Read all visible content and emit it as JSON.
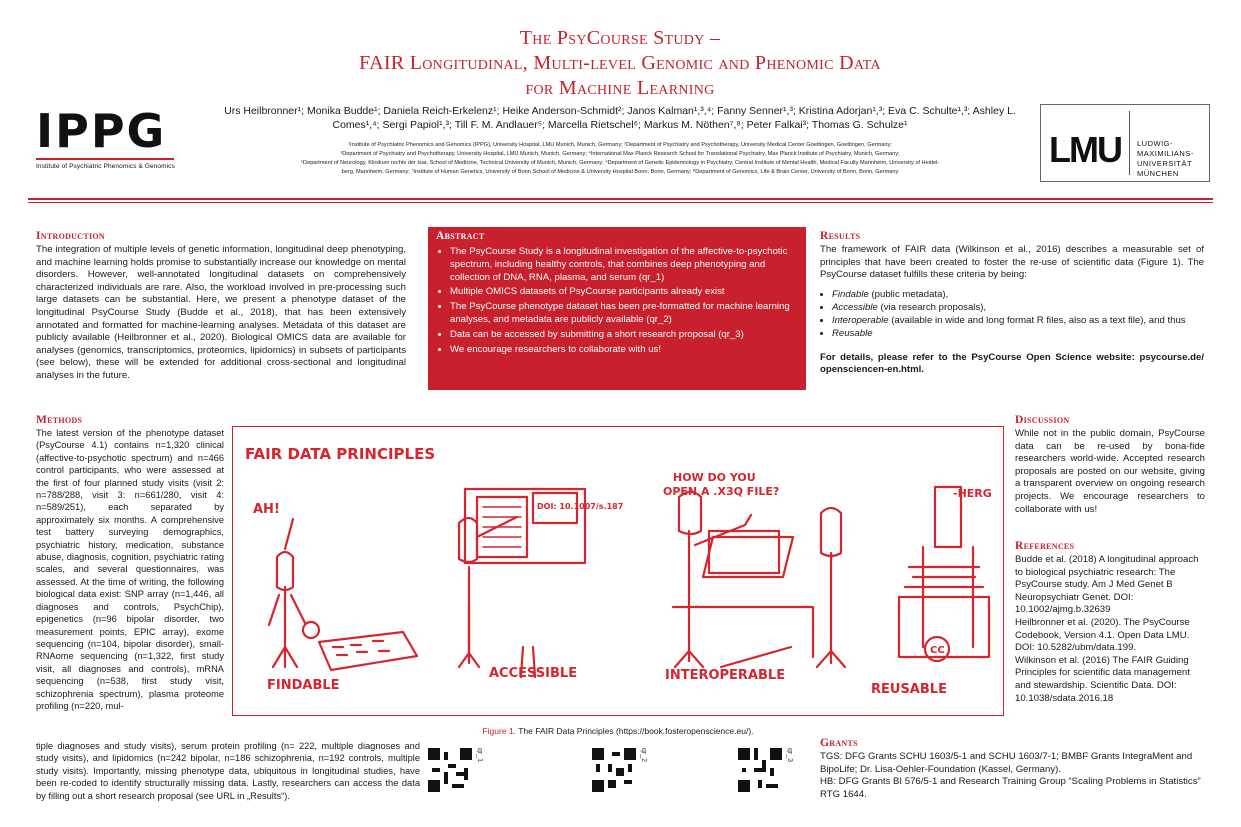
{
  "header": {
    "title_lines": [
      "The PsyCourse Study –",
      "FAIR Longitudinal, Multi-level Genomic and Phenomic Data",
      "for Machine Learning"
    ],
    "authors": "Urs Heilbronner¹; Monika Budde¹; Daniela Reich-Erkelenz¹; Heike Anderson-Schmidt²; Janos Kalman¹,³,⁴; Fanny Senner¹,³; Kristina Adorjan¹,³; Eva C. Schulte¹,³; Ashley L. Comes¹,⁴; Sergi Papiol¹,³; Till F. M. Andlauer⁵; Marcella Rietschel⁶; Markus M. Nöthen⁷,⁸; Peter Falkai³; Thomas G. Schulze¹",
    "affiliations": [
      "¹Institute of Psychiatric Phenomics and Genomics (IPPG), University Hospital, LMU Munich, Munich, Germany; ²Department of Psychiatry and Psychotherapy, University Medical Center Goettingen, Goettingen, Germany;",
      "³Department of Psychiatry and Psychotherapy, University Hospital, LMU Munich, Munich, Germany; ⁴International Max Planck Research School for Translational Psychiatry, Max Planck Institute of Psychiatry, Munich, Germany;",
      "⁵Department of Neurology, Klinikum rechts der Isar, School of Medicine, Technical University of Munich, Munich, Germany; ⁶Department of Genetic Epidemiology in Psychiatry, Central Institute of Mental Health, Medical Faculty Mannheim, University of Heidel-",
      "berg, Mannheim, Germany; ⁷Institute of Human Genetics, University of Bonn School of Medicine & University Hospital Bonn, Bonn, Germany; ⁸Department of Genomics, Life & Brain Center, University of Bonn, Bonn, Germany"
    ]
  },
  "logos": {
    "ippg_text": "IPPG",
    "ippg_sub": "Institute of Psychiatric Phenomics & Genomics",
    "lmu_big": "LMU",
    "lmu_lines": [
      "LUDWIG-",
      "MAXIMILIANS-",
      "UNIVERSITÄT",
      "MÜNCHEN"
    ]
  },
  "introduction": {
    "heading": "Introduction",
    "text": "The integration of multiple levels of genetic information, longitudinal deep phenotyping, and machine learning holds promise to substantially increase our knowledge on mental disorders. However, well-annotated longitudinal datasets on comprehensively characterized individuals are rare. Also, the workload involved in pre-processing such large datasets can be substantial. Here, we present a phenotype dataset of the longitudinal PsyCourse Study (Budde et al., 2018), that has been extensively annotated and formatted for machine-learning analyses. Metadata of this dataset are publicly available (Heilbronner et al., 2020). Biological OMICS data are available for analyses (genomics, transcriptomics, proteomics, lipidomics) in subsets of participants (see below), these will be extended for additional cross-sectional and longitudinal analyses in the future."
  },
  "abstract": {
    "heading": "Abstract",
    "items": [
      "The PsyCourse Study is a longitudinal investigation of the affective-to-psychotic spectrum, including healthy controls, that combines deep phenotyping and collection of DNA, RNA, plasma, and serum (qr_1)",
      "Multiple OMICS datasets of PsyCourse participants already exist",
      "The PsyCourse phenotype dataset has been pre-formatted for machine learning analyses, and metadata are publicly available (qr_2)",
      "Data can be accessed by submitting a short research proposal (qr_3)",
      "We encourage researchers to collaborate with us!"
    ]
  },
  "results": {
    "heading": "Results",
    "text": "The framework of FAIR data (Wilkinson et al., 2016) describes a measurable set of principles that have been created to foster the re-use of scientific data (Figure 1). The PsyCourse dataset fulfills these criteria by being:",
    "items": [
      {
        "term": "Findable",
        "rest": " (public metadata),"
      },
      {
        "term": "Accessible",
        "rest": " (via research proposals),"
      },
      {
        "term": "Interoperable",
        "rest": " (available in wide and long format R files, also as a text file), and thus"
      },
      {
        "term": "Reusable",
        "rest": ""
      }
    ],
    "details": "For details, please refer to the PsyCourse Open Science website: psycourse.de/ opensciencen-en.html."
  },
  "methods": {
    "heading": "Methods",
    "text_narrow": "The latest version of the phenotype dataset (PsyCourse 4.1) contains n=1,320 clinical (affective-to-psychotic spectrum) and n=466 control participants, who were assessed at the first of four planned study visits (visit 2: n=788/288, visit 3: n=661/280, visit 4: n=589/251), each separated by approximately six months. A comprehensive test battery surveying demographics, psychiatric history, medication, substance abuse, diagnosis, cognition, psychiatric rating scales, and several questionnaires, was assessed. At the time of writing, the following biological data exist: SNP array (n=1,446, all diagnoses and controls, PsychChip), epigenetics (n=96 bipolar disorder, two measurement points, EPIC array), exome sequencing (n=104, bipolar disorder), small-RNAome sequencing (n=1,322, first study visit, all diagnoses and controls), mRNA sequencing (n=538, first study visit, schizophrenia spectrum), plasma proteome profiling (n=220, mul-",
    "text_wide": "tiple diagnoses and study visits), serum protein profiling (n= 222, multiple diagnoses and study visits), and lipidomics (n=242 bipolar, n=186 schizophrenia, n=192 controls, multiple study visits). Importantly, missing phenotype data, ubiquitous in longitudinal studies, have been re-coded to identify structurally missing data. Lastly, researchers can access the data by filling out a short research proposal (see URL in „Results“)."
  },
  "figure": {
    "title": "FAIR DATA PRINCIPLES",
    "ah": "AH!",
    "doi": "DOI: 10.1007/s.187",
    "question": [
      "HOW DO YOU",
      "OPEN A .X3Q FILE?"
    ],
    "herg": "-HERG",
    "cc": "CC",
    "labels": [
      "FINDABLE",
      "ACCESSIBLE",
      "INTEROPERABLE",
      "REUSABLE"
    ],
    "caption_label": "Figure 1.",
    "caption": " The FAIR Data Principles (https://book.fosteropenscience.eu/)."
  },
  "qr": [
    "qr_1",
    "qr_2",
    "qr_3"
  ],
  "discussion": {
    "heading": "Discussion",
    "text": "While not in the public domain, PsyCourse data can be re-used by bona-fide researchers world-wide. Accepted research proposals are posted on our website, giving a transparent overview on ongoing research projects. We encourage researchers to collaborate with us!"
  },
  "references": {
    "heading": "References",
    "text": "Budde et al. (2018) A longitudinal approach to biological psychiatric research: The PsyCourse study. Am J Med Genet B Neuropsychiatr Genet. DOI: 10.1002/ajmg.b.32639\nHeilbronner et al. (2020). The PsyCourse Codebook, Version 4.1. Open Data LMU. DOI: 10.5282/ubm/data.199.\nWilkinson et al. (2016) The FAIR Guiding Principles for scientific data management and stewardship. Scientific Data. DOI: 10.1038/sdata.2016.18"
  },
  "grants": {
    "heading": "Grants",
    "tgs": "TGS: DFG Grants SCHU 1603/5-1 and SCHU 1603/7-1; BMBF Grants IntegraMent and BipoLife; Dr. Lisa-Oehler-Foundation (Kassel, Germany).",
    "hb": "HB: DFG Grants BI 576/5-1 and Research Training Group “Scaling Problems in Statistics” RTG 1644."
  },
  "colors": {
    "accent": "#c8202c"
  }
}
